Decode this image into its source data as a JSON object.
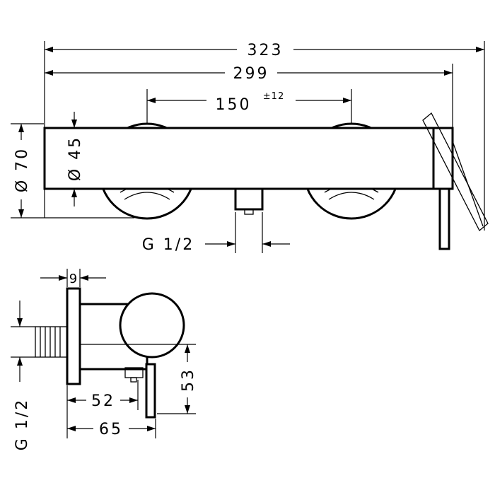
{
  "front_view": {
    "overall_width": "323",
    "rosette_span_outer": "299",
    "center_distance": "150",
    "center_tolerance": "±12",
    "body_diameter": "Ø 70",
    "rosette_diameter": "Ø 45",
    "outlet_thread": "G 1/2"
  },
  "side_view": {
    "plate_thickness": "9",
    "inlet_thread": "G 1/2",
    "depth_to_outlet": "52",
    "overall_depth": "65",
    "height_to_outlet": "53"
  },
  "colors": {
    "line": "#000000",
    "background": "#ffffff"
  }
}
